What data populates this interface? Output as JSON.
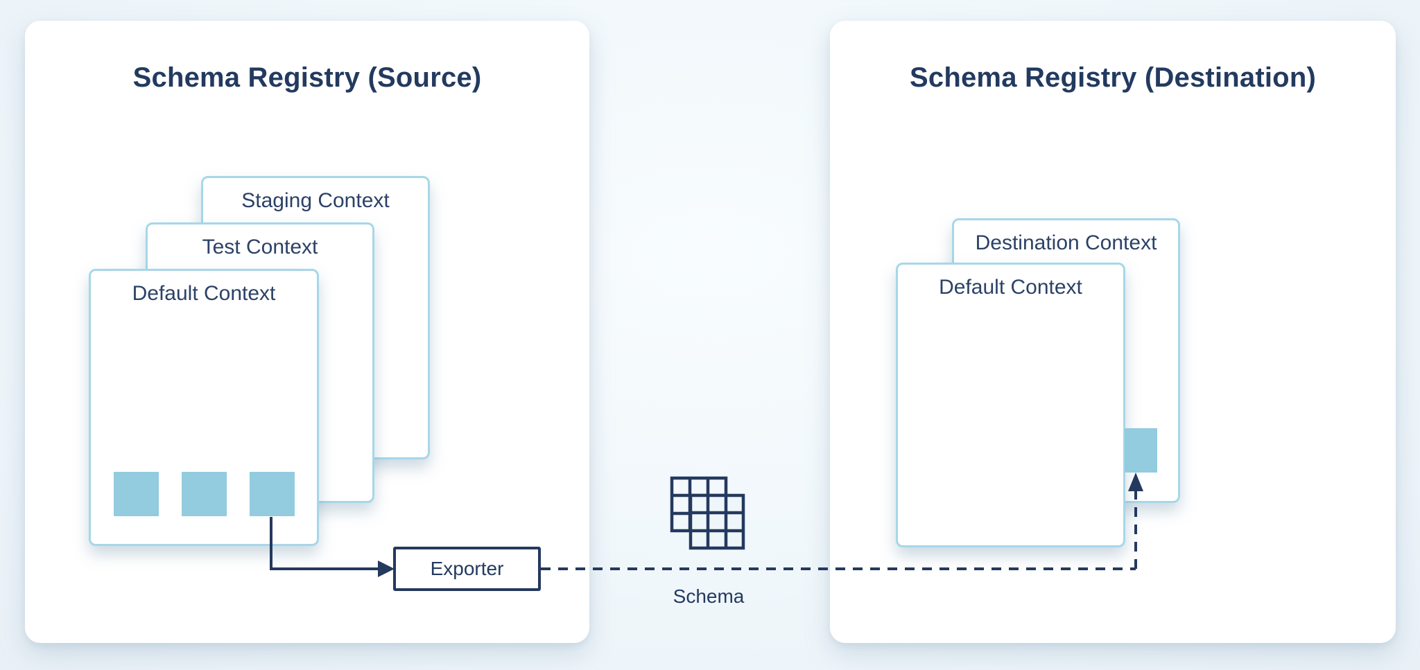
{
  "page": {
    "background": "#eff6fa"
  },
  "colors": {
    "navy": "#24395e",
    "title_text": "#233a60",
    "label_text": "#2c4166",
    "card_border": "#a6d7e9",
    "block_fill": "#93cbdf",
    "panel_bg": "#ffffff"
  },
  "source_panel": {
    "title": "Schema Registry (Source)",
    "contexts": [
      {
        "label": "Staging Context"
      },
      {
        "label": "Test Context"
      },
      {
        "label": "Default Context",
        "schema_blocks": 3
      }
    ]
  },
  "destination_panel": {
    "title": "Schema Registry (Destination)",
    "contexts": [
      {
        "label": "Destination Context"
      },
      {
        "label": "Default Context"
      }
    ],
    "incoming_schema_blocks": 1
  },
  "exporter": {
    "label": "Exporter"
  },
  "schema": {
    "label": "Schema"
  }
}
